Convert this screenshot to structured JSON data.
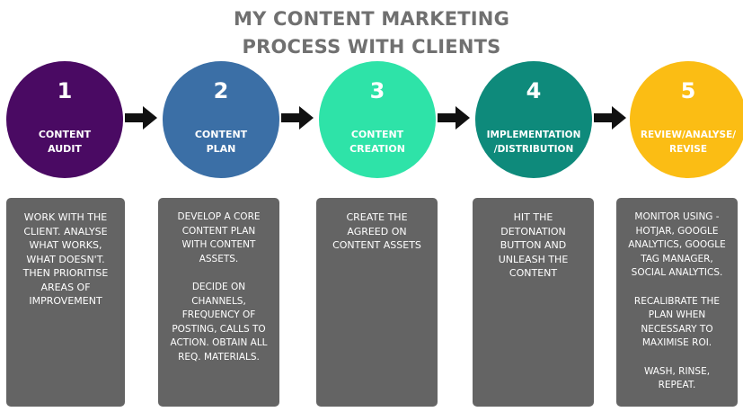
{
  "title": {
    "lines": [
      "MY CONTENT MARKETING",
      "PROCESS WITH CLIENTS"
    ]
  },
  "colors": {
    "title": "#707070",
    "step1": "#4a0a63",
    "step2": "#3b6fa6",
    "step3": "#2ee3a8",
    "step4": "#0e8a7b",
    "step5": "#fbbd14",
    "box": "#646464",
    "arrow": "#111111"
  },
  "steps": [
    {
      "number": "1",
      "label": [
        "CONTENT",
        "AUDIT"
      ],
      "paragraphs": [
        [
          "WORK WITH THE",
          "CLIENT. ANALYSE",
          "WHAT WORKS,",
          "WHAT DOESN'T.",
          "THEN PRIORITISE",
          "AREAS OF",
          "IMPROVEMENT"
        ]
      ]
    },
    {
      "number": "2",
      "label": [
        "CONTENT",
        "PLAN"
      ],
      "paragraphs": [
        [
          "DEVELOP A CORE",
          "CONTENT  PLAN",
          "WITH CONTENT",
          "ASSETS."
        ],
        [
          "DECIDE ON",
          "CHANNELS,",
          "FREQUENCY OF",
          "POSTING, CALLS TO",
          "ACTION.  OBTAIN ALL",
          "REQ. MATERIALS."
        ]
      ]
    },
    {
      "number": "3",
      "label": [
        "CONTENT",
        "CREATION"
      ],
      "paragraphs": [
        [
          "CREATE THE",
          "AGREED ON",
          "CONTENT ASSETS"
        ]
      ]
    },
    {
      "number": "4",
      "label": [
        "IMPLEMENTATION",
        "/DISTRIBUTION"
      ],
      "paragraphs": [
        [
          "HIT THE",
          "DETONATION",
          "BUTTON AND",
          "UNLEASH THE",
          "CONTENT"
        ]
      ]
    },
    {
      "number": "5",
      "label": [
        "REVIEW/ANALYSE/",
        "REVISE"
      ],
      "paragraphs": [
        [
          "MONITOR USING -",
          "HOTJAR, GOOGLE",
          "ANALYTICS, GOOGLE",
          "TAG MANAGER,",
          "SOCIAL ANALYTICS."
        ],
        [
          "RECALIBRATE THE",
          "PLAN WHEN",
          "NECESSARY TO",
          "MAXIMISE ROI."
        ],
        [
          "WASH, RINSE,",
          "REPEAT."
        ]
      ]
    }
  ]
}
